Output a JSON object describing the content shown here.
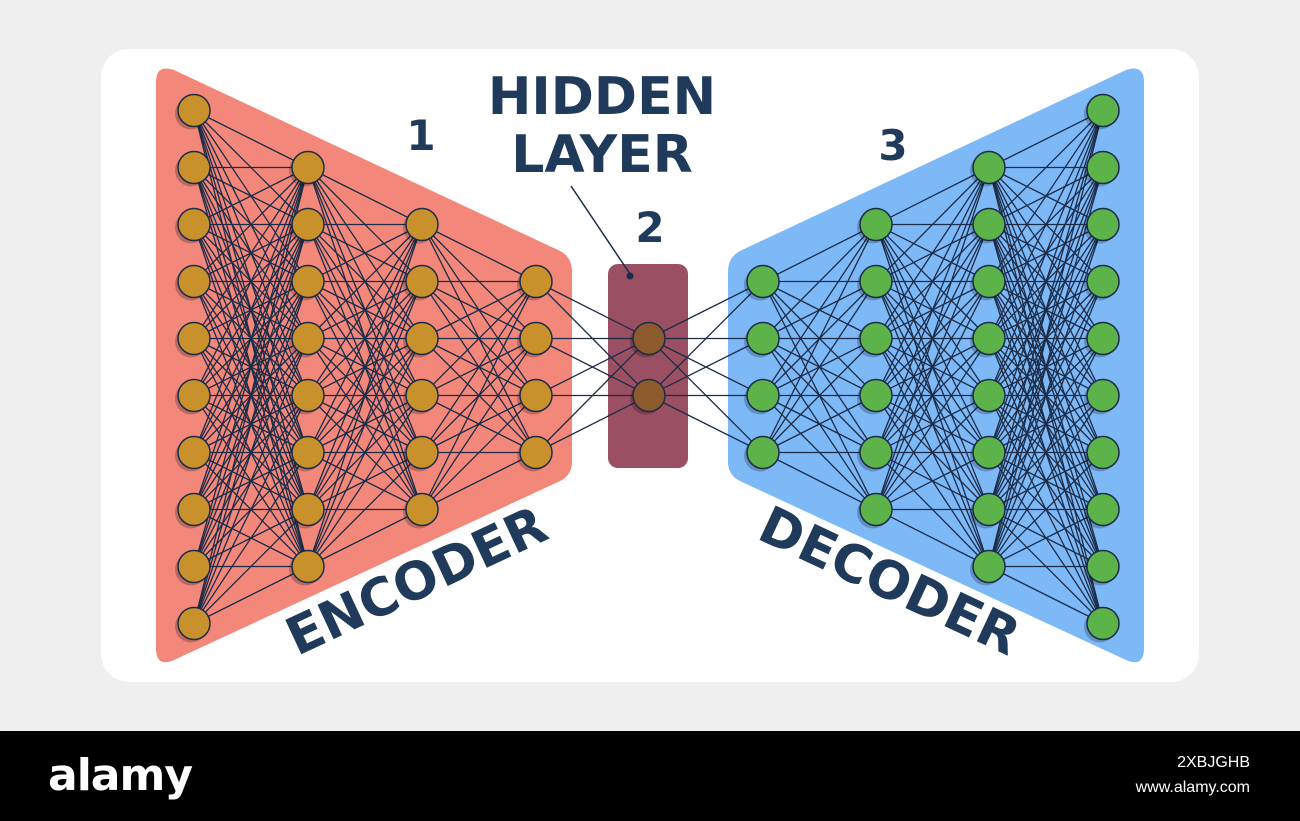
{
  "diagram": {
    "labels": {
      "hidden_line1": "HIDDEN",
      "hidden_line2": "LAYER",
      "encoder_number": "1",
      "hidden_number": "2",
      "decoder_number": "3",
      "encoder": "ENCODER",
      "decoder": "DECODER"
    },
    "layers": [
      {
        "role": "encoder",
        "nodes": 10
      },
      {
        "role": "encoder",
        "nodes": 8
      },
      {
        "role": "encoder",
        "nodes": 6
      },
      {
        "role": "encoder",
        "nodes": 4
      },
      {
        "role": "hidden",
        "nodes": 2
      },
      {
        "role": "decoder",
        "nodes": 4
      },
      {
        "role": "decoder",
        "nodes": 6
      },
      {
        "role": "decoder",
        "nodes": 8
      },
      {
        "role": "decoder",
        "nodes": 10
      }
    ],
    "colors": {
      "page_background": "#efefef",
      "card": "#ffffff",
      "encoder_region": "#f2877a",
      "decoder_region": "#7db8f7",
      "hidden_box": "#9b4f62",
      "encoder_node": "#c8912c",
      "hidden_node": "#8c5a2c",
      "decoder_node": "#5cb34a",
      "edge": "#1c2c48",
      "label_text": "#1f3a5a"
    }
  },
  "watermark": {
    "logo": "alamy",
    "image_id": "2XBJGHB",
    "url": "www.alamy.com"
  }
}
